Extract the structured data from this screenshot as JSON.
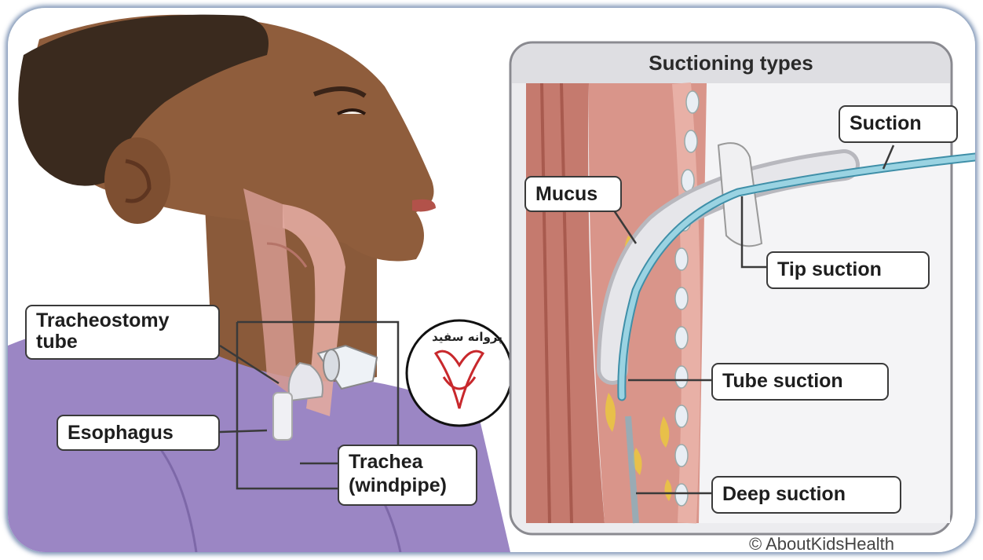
{
  "panel": {
    "title": "Suctioning types"
  },
  "labels": {
    "tracheostomy_tube": "Tracheostomy tube",
    "esophagus": "Esophagus",
    "trachea": "Trachea (windpipe)",
    "mucus": "Mucus",
    "suction": "Suction",
    "tip_suction": "Tip suction",
    "tube_suction": "Tube suction",
    "deep_suction": "Deep suction"
  },
  "logo": {
    "name": "پروانه سفید"
  },
  "copyright": "© AboutKidsHealth",
  "colors": {
    "skin": "#8a5a3a",
    "hair": "#3a2a1e",
    "shirt": "#9b86c4",
    "tissue": "#d59a90",
    "catheter": "#7fc3d6",
    "mucus": "#e8c04a",
    "label_border": "#3a3a3a",
    "frame_glow": "#1e4e8a"
  }
}
